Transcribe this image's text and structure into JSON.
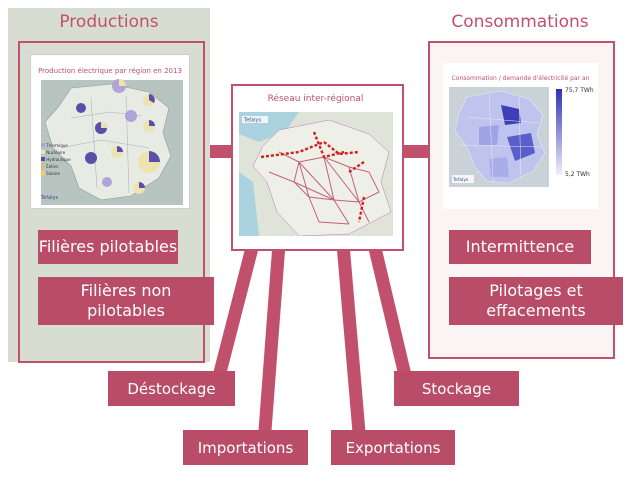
{
  "productions": {
    "title": "Productions",
    "map_title": "Production électrique par région en 2013",
    "legend": [
      {
        "label": "Thermique",
        "color": "#b0a4d6"
      },
      {
        "label": "Nucléaire",
        "color": "#ece4b0"
      },
      {
        "label": "Hydraulique",
        "color": "#5a4ea8"
      },
      {
        "label": "Éolien",
        "color": "#d9c36a"
      },
      {
        "label": "Solaire",
        "color": "#f2d44e"
      }
    ],
    "logo": "Tefalys",
    "btn1": "Filières pilotables",
    "btn2": "Filières non pilotables"
  },
  "reseau": {
    "title": "Réseau inter-régional",
    "logo": "Tefalys"
  },
  "consommations": {
    "title": "Consommations",
    "map_title": "Consommation / demande d'électricité par an",
    "scale_max": "75,7 TWh",
    "scale_min": "5,2 TWh",
    "logo": "Tefalys",
    "btn1": "Intermittence",
    "btn2": "Pilotages et effacements"
  },
  "bottom": {
    "destockage": "Déstockage",
    "importations": "Importations",
    "exportations": "Exportations",
    "stockage": "Stockage"
  },
  "colors": {
    "accent": "#c1506c",
    "button": "#b94d67",
    "panel_gray": "#d8ddd2"
  }
}
